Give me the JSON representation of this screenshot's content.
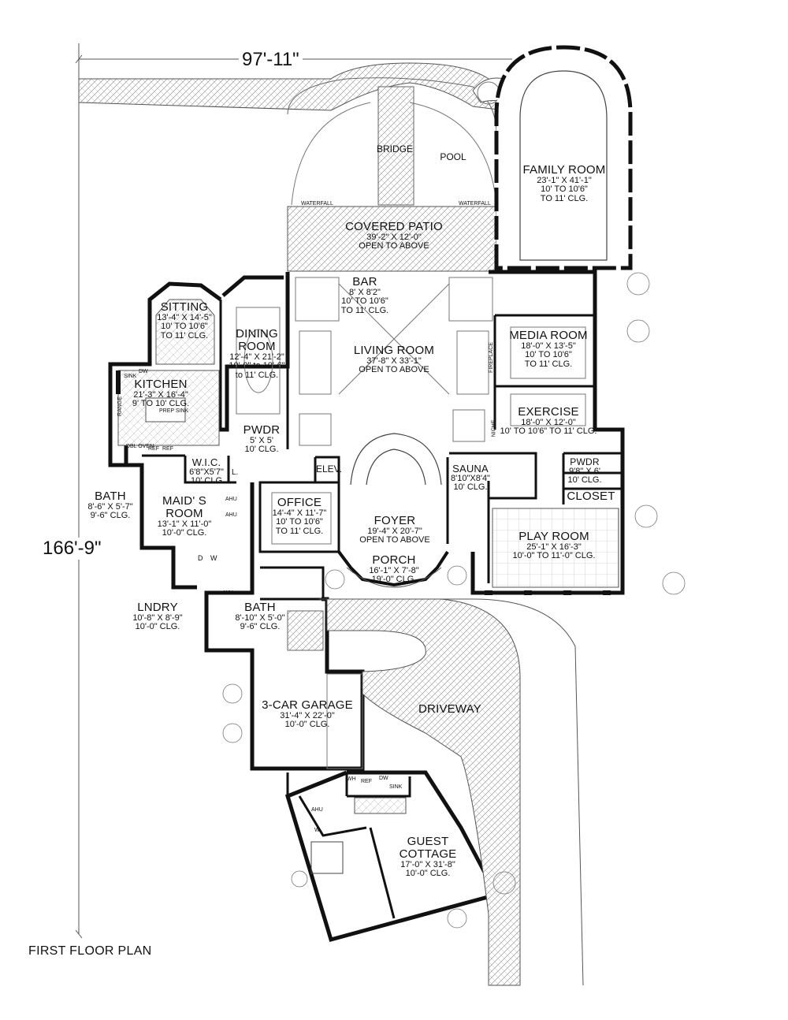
{
  "dimensions": {
    "width": "97'-11\"",
    "depth": "166'-9\""
  },
  "title": "FIRST FLOOR PLAN",
  "rooms": {
    "family_room": {
      "name": "FAMILY ROOM",
      "size": "23'-1\" X 41'-1\"",
      "ceiling": "10' TO 10'6\"",
      "ceiling2": "TO 11' CLG."
    },
    "pool": {
      "name": "POOL"
    },
    "bridge": {
      "name": "BRIDGE"
    },
    "covered_patio": {
      "name": "COVERED PATIO",
      "size": "39'-2\" X 12'-0\"",
      "note": "OPEN TO ABOVE"
    },
    "bar": {
      "name": "BAR",
      "size": "8' X 8'2\"",
      "ceiling": "10' TO 10'6\"",
      "ceiling2": "TO 11' CLG."
    },
    "sitting": {
      "name": "SITTING",
      "size": "13'-4\" X 14'-5\"",
      "ceiling": "10' TO 10'6\"",
      "ceiling2": "TO 11' CLG."
    },
    "dining": {
      "name": "DINING",
      "name2": "ROOM",
      "size": "12'-4\" X 21'-2\"",
      "ceiling": "10'-0\" to 10'-6\"",
      "ceiling2": "to 11' CLG."
    },
    "living": {
      "name": "LIVING ROOM",
      "size": "37'-8\" X 33'-1\"",
      "note": "OPEN TO ABOVE"
    },
    "media": {
      "name": "MEDIA ROOM",
      "size": "18'-0\" X 13'-5\"",
      "ceiling": "10' TO 10'6\"",
      "ceiling2": "TO 11' CLG."
    },
    "kitchen": {
      "name": "KITCHEN",
      "size": "21'-3\" X 16'-4\"",
      "ceiling": "9' TO 10' CLG."
    },
    "exercise": {
      "name": "EXERCISE",
      "size": "18'-0\" X 12'-0\"",
      "ceiling": "10' TO 10'6\" TO 11' CLG."
    },
    "pwdr_center": {
      "name": "PWDR",
      "size": "5' X 5'",
      "ceiling": "10' CLG."
    },
    "wic": {
      "name": "W.I.C.",
      "size": "6'8\"X5'7\"",
      "ceiling": "10' CLG"
    },
    "sauna": {
      "name": "SAUNA",
      "size": "8'10\"X8'4\"",
      "ceiling": "10' CLG."
    },
    "pwdr_right": {
      "name": "PWDR",
      "size": "9'8\" X 6'",
      "ceiling": "10' CLG."
    },
    "closet": {
      "name": "CLOSET"
    },
    "bath_left": {
      "name": "BATH",
      "size": "8'-6\" X 5'-7\"",
      "ceiling": "9'-6\" CLG."
    },
    "maids": {
      "name": "MAID' S",
      "name2": "ROOM",
      "size": "13'-1\" X 11'-0\"",
      "ceiling": "10'-0\" CLG."
    },
    "office": {
      "name": "OFFICE",
      "size": "14'-4\" X 11'-7\"",
      "ceiling": "10' TO 10'6\"",
      "ceiling2": "TO 11' CLG."
    },
    "foyer": {
      "name": "FOYER",
      "size": "19'-4\" X 20'-7\"",
      "note": "OPEN TO ABOVE"
    },
    "play": {
      "name": "PLAY ROOM",
      "size": "25'-1\" X 16'-3\"",
      "ceiling": "10'-0\" TO 11'-0\" CLG."
    },
    "porch": {
      "name": "PORCH",
      "size": "16'-1\" X 7'-8\"",
      "ceiling": "19'-0\" CLG."
    },
    "lndry": {
      "name": "LNDRY",
      "size": "10'-8\" X 8'-9\"",
      "ceiling": "10'-0\" CLG."
    },
    "bath_center": {
      "name": "BATH",
      "size": "8'-10\" X 5'-0\"",
      "ceiling": "9'-6\" CLG."
    },
    "garage": {
      "name": "3-CAR GARAGE",
      "size": "31'-4\" X 22'-0\"",
      "ceiling": "10'-0\" CLG."
    },
    "driveway": {
      "name": "DRIVEWAY"
    },
    "guest": {
      "name": "GUEST",
      "name2": "COTTAGE",
      "size": "17'-0\" X 31'-8\"",
      "ceiling": "10'-0\" CLG."
    }
  },
  "fixtures": {
    "waterfall_left": "WATERFALL",
    "waterfall_right": "WATERFALL",
    "elev": "ELEV.",
    "fireplace": "FIREPLACE",
    "niche": "NICHE",
    "sink": "SINK",
    "dw": "DW",
    "range": "RANGE",
    "ref1": "REF",
    "ref2": "REF",
    "oven": "DBL OVEN",
    "prep_sink": "PREP SINK",
    "ahu1": "AHU",
    "ahu2": "AHU",
    "ahu3": "AHU",
    "wh1": "WH",
    "wh2": "WH",
    "wh3": "WH",
    "w1": "W",
    "d1": "D",
    "w2": "W",
    "l": "L.",
    "ref_guest": "REF",
    "dw_guest": "DW",
    "sink_guest": "SINK"
  }
}
